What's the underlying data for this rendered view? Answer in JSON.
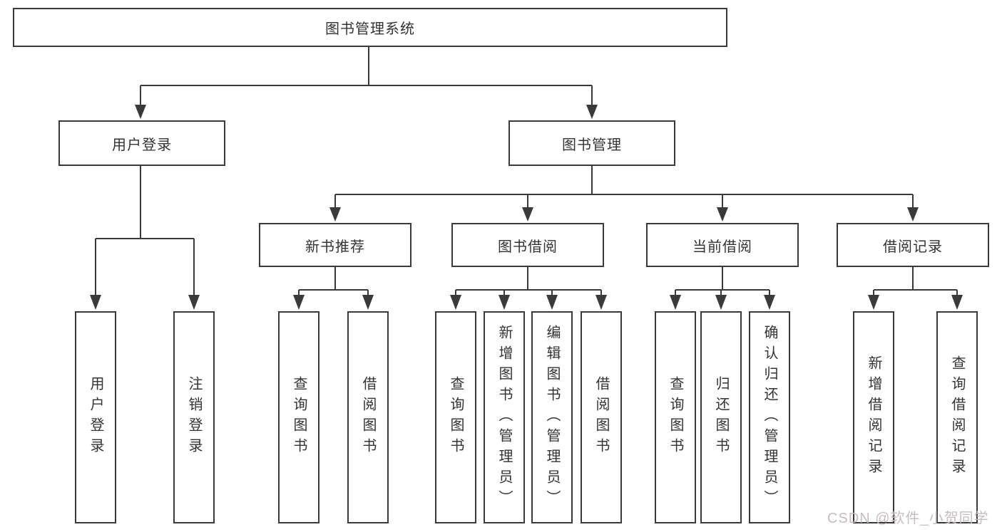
{
  "tree": {
    "root": "图书管理系统",
    "branches": [
      {
        "label": "用户登录",
        "children": [
          "用户登录",
          "注销登录"
        ]
      },
      {
        "label": "图书管理",
        "groups": [
          {
            "label": "新书推荐",
            "children": [
              "查询图书",
              "借阅图书"
            ]
          },
          {
            "label": "图书借阅",
            "children": [
              "查询图书",
              "新增图书（管理员）",
              "编辑图书（管理员）",
              "借阅图书"
            ]
          },
          {
            "label": "当前借阅",
            "children": [
              "查询图书",
              "归还图书",
              "确认归还（管理员）"
            ]
          },
          {
            "label": "借阅记录",
            "children": [
              "新增借阅记录",
              "查询借阅记录"
            ]
          }
        ]
      }
    ]
  },
  "watermark": "CSDN @软件_小贺同学",
  "colors": {
    "line": "#3a3a3a",
    "text": "#333333",
    "box_background": "#ffffff",
    "page_background": "#ffffff",
    "watermark": "#c6bebe"
  }
}
